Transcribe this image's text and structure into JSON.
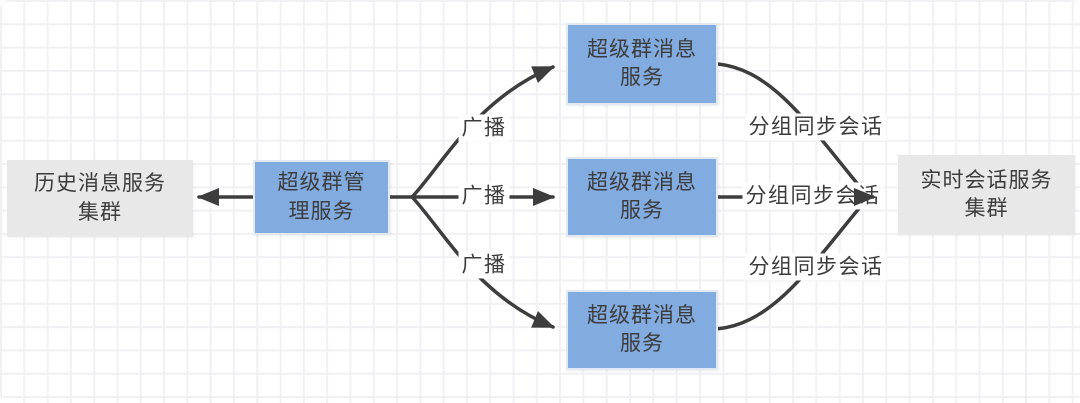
{
  "diagram": {
    "nodes": {
      "history_cluster": {
        "label": "历史消息服务\n集群"
      },
      "supergroup_mgmt": {
        "label": "超级群管\n理服务"
      },
      "msg_service_1": {
        "label": "超级群消息\n服务"
      },
      "msg_service_2": {
        "label": "超级群消息\n服务"
      },
      "msg_service_3": {
        "label": "超级群消息\n服务"
      },
      "realtime_cluster": {
        "label": "实时会话服务\n集群"
      }
    },
    "edge_labels": {
      "broadcast_1": "广播",
      "broadcast_2": "广播",
      "broadcast_3": "广播",
      "sync_1": "分组同步会话",
      "sync_2": "分组同步会话",
      "sync_3": "分组同步会话"
    },
    "colors": {
      "node_blue": "#82abe0",
      "node_blue_border": "#e3e9f3",
      "node_gray": "#e8e8e9",
      "arrow": "#3d3d3d",
      "text": "#3c3c3c",
      "grid_line": "#f1f1f4",
      "background": "#ffffff"
    }
  }
}
